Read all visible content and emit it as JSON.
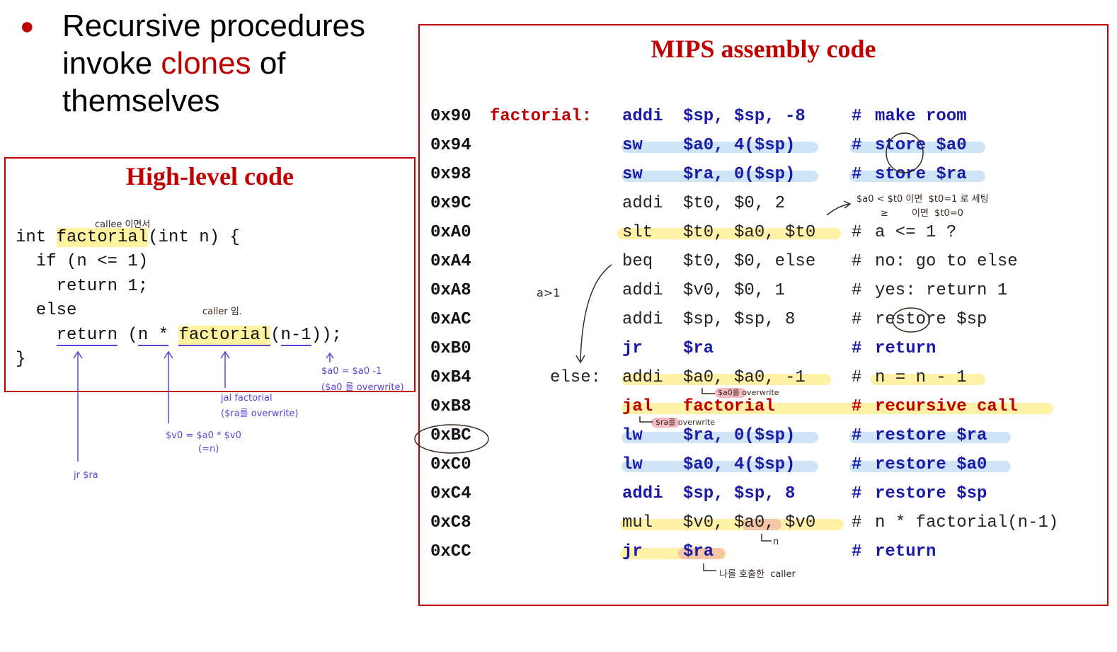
{
  "bullet": {
    "line1": "Recursive procedures",
    "line2_pre": "invoke ",
    "line2_em": "clones",
    "line2_post": " of",
    "line3": "themselves"
  },
  "high_level": {
    "title": "High-level code",
    "lines": [
      "int ",
      "factorial",
      "(int n) {",
      "  if (n <= 1)",
      "    return 1;",
      "  else",
      "    ",
      "return",
      " (",
      "n *",
      " ",
      "factorial",
      "(",
      "n-1",
      "));",
      "}"
    ]
  },
  "asm": {
    "title": "MIPS assembly code",
    "rows": [
      {
        "addr": "0x90",
        "label": "factorial:",
        "op": "addi",
        "args": "$sp, $sp, -8",
        "hash": "#",
        "cmt": "make room"
      },
      {
        "addr": "0x94",
        "label": "",
        "op": "sw",
        "args": "$a0, 4($sp)",
        "hash": "#",
        "cmt": "store $a0"
      },
      {
        "addr": "0x98",
        "label": "",
        "op": "sw",
        "args": "$ra, 0($sp)",
        "hash": "#",
        "cmt": "store $ra"
      },
      {
        "addr": "0x9C",
        "label": "",
        "op": "addi",
        "args": "$t0, $0, 2",
        "hash": "",
        "cmt": ""
      },
      {
        "addr": "0xA0",
        "label": "",
        "op": "slt",
        "args": "$t0, $a0, $t0",
        "hash": "#",
        "cmt": "a <= 1 ?"
      },
      {
        "addr": "0xA4",
        "label": "",
        "op": "beq",
        "args": "$t0, $0, else",
        "hash": "#",
        "cmt": "no: go to else"
      },
      {
        "addr": "0xA8",
        "label": "",
        "op": "addi",
        "args": "$v0, $0, 1",
        "hash": "#",
        "cmt": "yes: return 1"
      },
      {
        "addr": "0xAC",
        "label": "",
        "op": "addi",
        "args": "$sp, $sp, 8",
        "hash": "#",
        "cmt": "restore $sp"
      },
      {
        "addr": "0xB0",
        "label": "",
        "op": "jr",
        "args": "$ra",
        "hash": "#",
        "cmt": "return"
      },
      {
        "addr": "0xB4",
        "label": "else:",
        "op": "addi",
        "args": "$a0, $a0, -1",
        "hash": "#",
        "cmt": "n = n - 1"
      },
      {
        "addr": "0xB8",
        "label": "",
        "op": "jal",
        "args": "factorial",
        "hash": "#",
        "cmt": "recursive call"
      },
      {
        "addr": "0xBC",
        "label": "",
        "op": "lw",
        "args": "$ra, 0($sp)",
        "hash": "#",
        "cmt": "restore $ra"
      },
      {
        "addr": "0xC0",
        "label": "",
        "op": "lw",
        "args": "$a0, 4($sp)",
        "hash": "#",
        "cmt": "restore $a0"
      },
      {
        "addr": "0xC4",
        "label": "",
        "op": "addi",
        "args": "$sp, $sp, 8",
        "hash": "#",
        "cmt": "restore $sp"
      },
      {
        "addr": "0xC8",
        "label": "",
        "op": "mul",
        "args": "$v0, $a0, $v0",
        "hash": "#",
        "cmt": "n * factorial(n-1)"
      },
      {
        "addr": "0xCC",
        "label": "",
        "op": "jr",
        "args": "$ra",
        "hash": "#",
        "cmt": "return"
      }
    ]
  },
  "annotations": {
    "callee": "callee 이면서",
    "caller": "caller 임.",
    "a0_update": "$a0 = $a0 -1",
    "a0_overwrite": "($a0 를 overwrite)",
    "jal_note": "jal factorial",
    "jal_note2": "($ra를 overwrite)",
    "v0_note": "$v0 = $a0 * $v0",
    "v0_note2": "(=n)",
    "jr_note": "jr $ra",
    "t0_note1": "$a0 < $t0 이면  $t0=1 로 세팅",
    "t0_note2": "≥        이면  $t0=0",
    "a_gt_1": "a>1",
    "a0_overwrite2": "$a0를 overwrite",
    "ra_overwrite": "$ra를 overwrite",
    "mul_n": "n",
    "caller_call": "나를 호출한  caller"
  }
}
